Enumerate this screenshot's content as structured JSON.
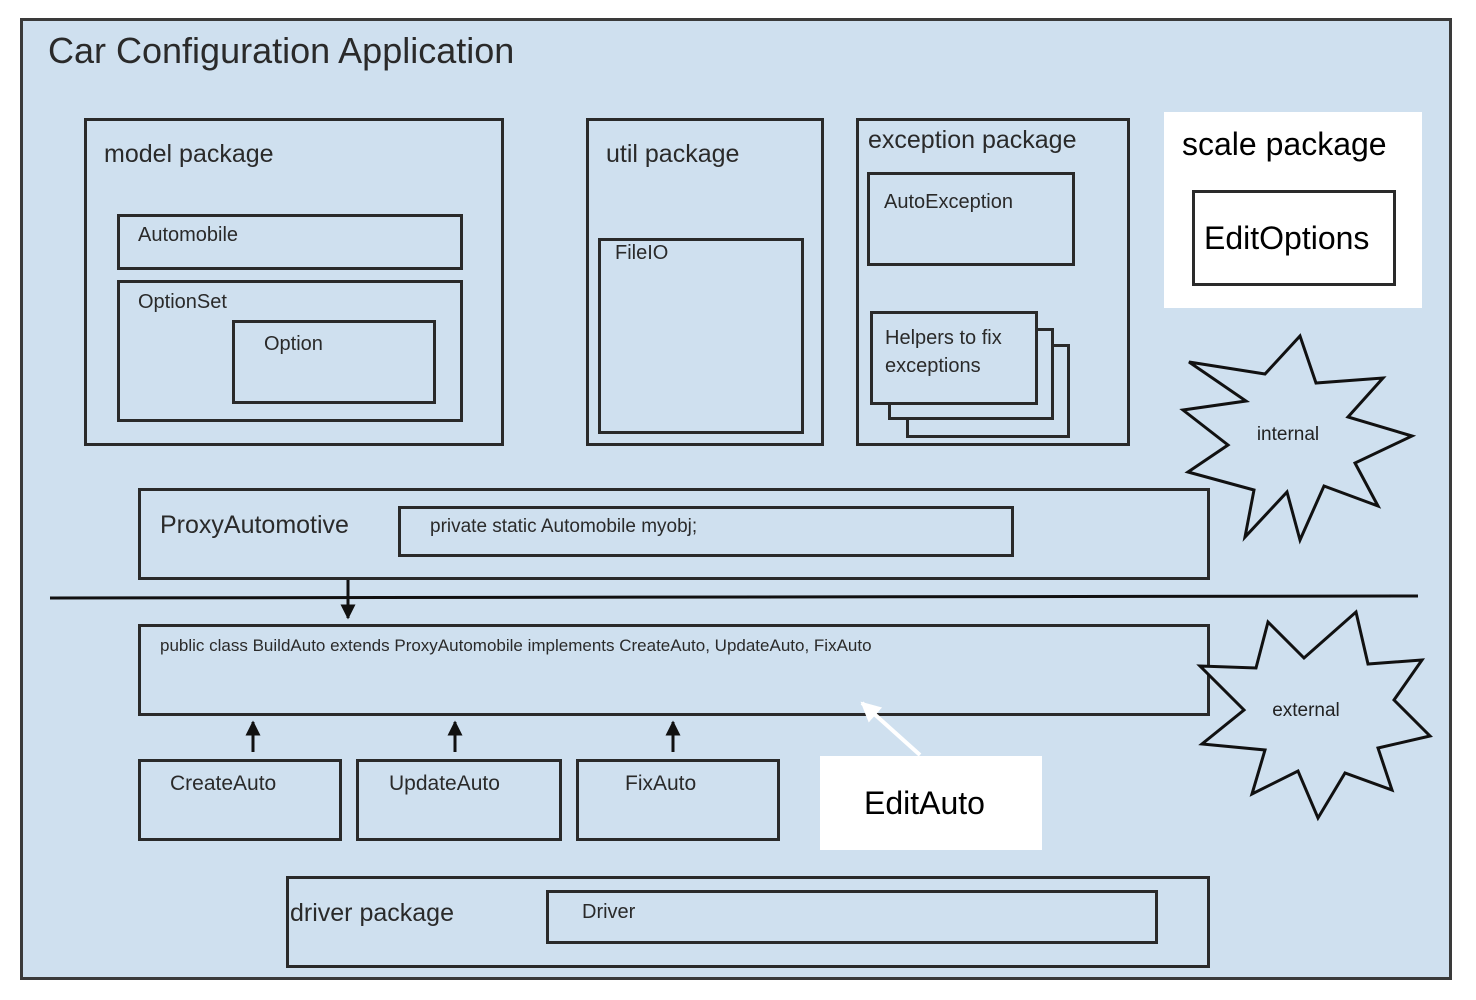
{
  "app_title": "Car Configuration Application",
  "model_package": {
    "title": "model package",
    "automobile": "Automobile",
    "optionset": "OptionSet",
    "option": "Option"
  },
  "util_package": {
    "title": "util package",
    "fileio": "FileIO"
  },
  "exception_package": {
    "title": "exception package",
    "autoexception": "AutoException",
    "helpers_line1": "Helpers to fix",
    "helpers_line2": "exceptions"
  },
  "scale_package": {
    "title": "scale package",
    "editoptions": "EditOptions"
  },
  "internal_label": "internal",
  "external_label": "external",
  "proxy": {
    "title": "ProxyAutomotive",
    "field": "private static Automobile  myobj;"
  },
  "buildauto": {
    "declaration": "public class BuildAuto extends ProxyAutomobile implements CreateAuto, UpdateAuto, FixAuto"
  },
  "interfaces": {
    "create": "CreateAuto",
    "update": "UpdateAuto",
    "fix": "FixAuto"
  },
  "editauto": "EditAuto",
  "driver_package": {
    "title": "driver package",
    "driver": "Driver"
  }
}
